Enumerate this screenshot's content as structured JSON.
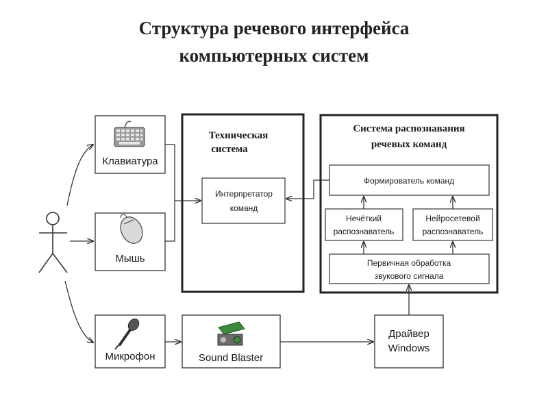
{
  "title": {
    "line1": "Структура речевого интерфейса",
    "line2": "компьютерных систем"
  },
  "nodes": {
    "keyboard": {
      "label": "Клавиатура",
      "icon": "keyboard-icon"
    },
    "mouse": {
      "label": "Мышь",
      "icon": "mouse-icon"
    },
    "microphone": {
      "label": "Микрофон",
      "icon": "microphone-icon"
    },
    "sound_blaster": {
      "label": "Sound Blaster",
      "icon": "sound-card-icon"
    },
    "driver": {
      "line1": "Драйвер",
      "line2": "Windows"
    },
    "tech_system": {
      "title_line1": "Техническая",
      "title_line2": "система",
      "interpreter_line1": "Интерпретатор",
      "interpreter_line2": "команд"
    },
    "recognition_system": {
      "title_line1": "Система распознавания",
      "title_line2": "речевых команд",
      "command_former": "Формирователь команд",
      "fuzzy_line1": "Нечёткий",
      "fuzzy_line2": "распознаватель",
      "neural_line1": "Нейросетевой",
      "neural_line2": "распознаватель",
      "primary_line1": "Первичная обработка",
      "primary_line2": "звукового сигнала"
    }
  },
  "actor": {
    "icon": "user-icon"
  },
  "colors": {
    "stroke": "#333333",
    "box_fill": "#ffffff",
    "icon_gray": "#8a8a8a",
    "card_green": "#3c8a3c"
  }
}
